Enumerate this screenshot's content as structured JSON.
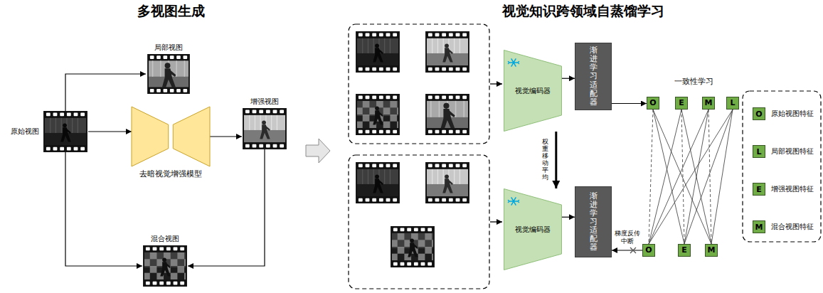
{
  "diagram": {
    "nodes": [
      {
        "text": [
          "局部视图"
        ]
      },
      {
        "text": [
          "原始视图"
        ]
      },
      {
        "text": [
          "去暗视觉增强模型"
        ]
      },
      {
        "text": [
          "增强视图"
        ]
      },
      {
        "text": [
          "混合视图"
        ]
      },
      {
        "text": [
          "视觉编码器"
        ]
      },
      {
        "text": [
          "渐进学习适配器"
        ]
      },
      {
        "text": [
          "O"
        ]
      },
      {
        "text": [
          "E"
        ]
      },
      {
        "text": [
          "M"
        ]
      },
      {
        "text": [
          "L"
        ]
      },
      {
        "text": [
          "视觉编码器"
        ]
      },
      {
        "text": [
          "渐进学习适配器"
        ]
      },
      {
        "text": [
          "O"
        ]
      },
      {
        "text": [
          "E"
        ]
      },
      {
        "text": [
          "M"
        ]
      }
    ],
    "edges": [
      {
        "from": 1,
        "to": 0,
        "arrow": "to"
      },
      {
        "from": 1,
        "to": 2,
        "arrow": "to"
      },
      {
        "from": 2,
        "to": 3,
        "arrow": "to"
      },
      {
        "from": 1,
        "to": 4,
        "arrow": "to"
      },
      {
        "from": 3,
        "to": 4,
        "arrow": "to"
      },
      {
        "from": 5,
        "to": 6,
        "arrow": "to"
      },
      {
        "from": 6,
        "to": 7,
        "arrow": "to"
      },
      {
        "from": 11,
        "to": 12,
        "arrow": "to"
      },
      {
        "from": 13,
        "to": 12,
        "label": "梯度反传中断",
        "arrow": "to"
      },
      {
        "from": 5,
        "to": 11,
        "label": "权重移动平均",
        "arrow": "to"
      },
      {
        "from": 7,
        "to": 13,
        "arrow": "none"
      },
      {
        "from": 7,
        "to": 14,
        "arrow": "none"
      },
      {
        "from": 7,
        "to": 15,
        "arrow": "none"
      },
      {
        "from": 8,
        "to": 13,
        "arrow": "none"
      },
      {
        "from": 8,
        "to": 14,
        "arrow": "none"
      },
      {
        "from": 8,
        "to": 15,
        "arrow": "none"
      },
      {
        "from": 9,
        "to": 13,
        "arrow": "none"
      },
      {
        "from": 9,
        "to": 14,
        "arrow": "none"
      },
      {
        "from": 9,
        "to": 15,
        "arrow": "none"
      },
      {
        "from": 10,
        "to": 13,
        "arrow": "none"
      },
      {
        "from": 10,
        "to": 14,
        "arrow": "none"
      },
      {
        "from": 10,
        "to": 15,
        "arrow": "none"
      }
    ],
    "labels": [
      "多视图生成",
      "视觉知识跨领域自蒸馏学习",
      "一致性学习",
      "O",
      "L",
      "E",
      "M"
    ],
    "legend": [
      {
        "text": "原始视图特征",
        "color": "#70ad47"
      },
      {
        "text": "局部视图特征",
        "color": "#70ad47"
      },
      {
        "text": "增强视图特征",
        "color": "#70ad47"
      },
      {
        "text": "混合视图特征",
        "color": "#70ad47"
      }
    ]
  }
}
